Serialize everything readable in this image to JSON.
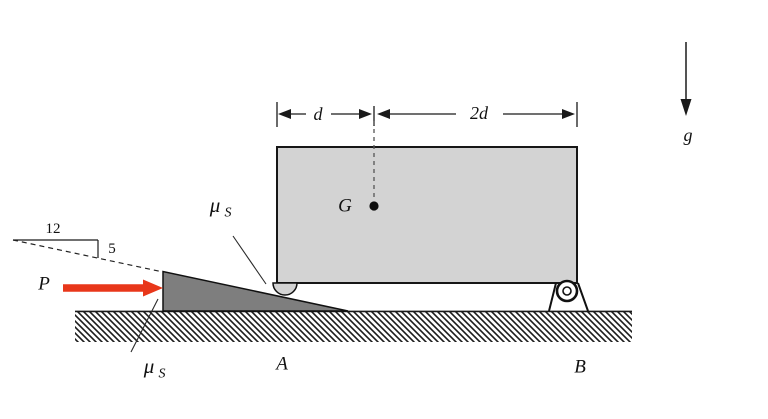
{
  "figure": {
    "description": "Statics diagram: block on wedge with friction, supports at A and B",
    "labels": {
      "dim_d": "d",
      "dim_2d": "2d",
      "gravity": "g",
      "center_of_gravity": "G",
      "force": "P",
      "point_a": "A",
      "point_b": "B",
      "slope_run": "12",
      "slope_rise": "5",
      "mu": "μ",
      "mu_sub": "S"
    },
    "colors": {
      "block_fill": "#d3d3d3",
      "wedge_fill": "#7e7e7e",
      "arrow_red": "#e8371a",
      "line": "#1a1a1a"
    }
  }
}
